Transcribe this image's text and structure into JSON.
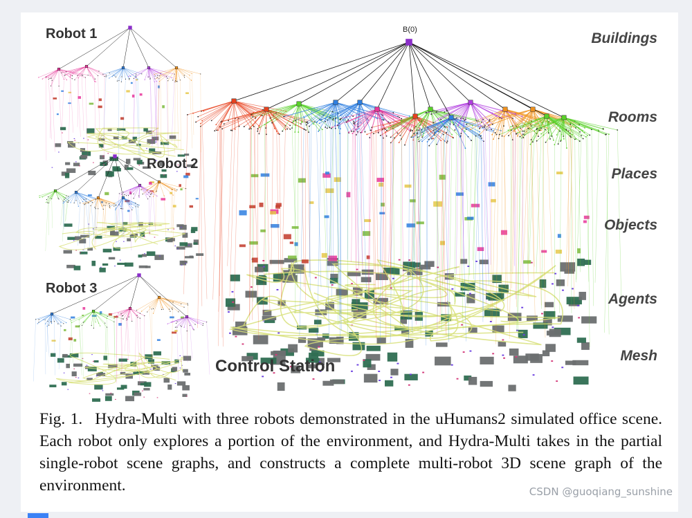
{
  "figure": {
    "robot_labels": [
      "Robot 1",
      "Robot 2",
      "Robot 3"
    ],
    "station_label": "Control Station",
    "layer_labels": [
      "Buildings",
      "Rooms",
      "Places",
      "Objects",
      "Agents",
      "Mesh"
    ],
    "root_node_label": "B(0)",
    "palette": {
      "building": "#8b2fc9",
      "room_red": "#e8421f",
      "room_blue": "#2f7fe0",
      "room_orange": "#f0921e",
      "room_green": "#5ad12a",
      "room_pink": "#e8369a",
      "room_purple": "#b13de0",
      "place_dark": "#2a2a2a",
      "object_green": "#7cba3c",
      "object_red": "#c23a2a",
      "object_yellow": "#e6c84a",
      "mesh_gray": "#6c6f70",
      "mesh_green": "#2f6e52",
      "trajectory": "#d8e07a"
    }
  },
  "caption": {
    "fig_number": "Fig. 1.",
    "text": "Hydra-Multi with three robots demonstrated in the uHumans2 simulated office scene. Each robot only explores a portion of the environment, and Hydra-Multi takes in the partial single-robot scene graphs, and constructs a complete multi-robot 3D scene graph of the environment."
  },
  "watermark": "CSDN @guoqiang_sunshine"
}
